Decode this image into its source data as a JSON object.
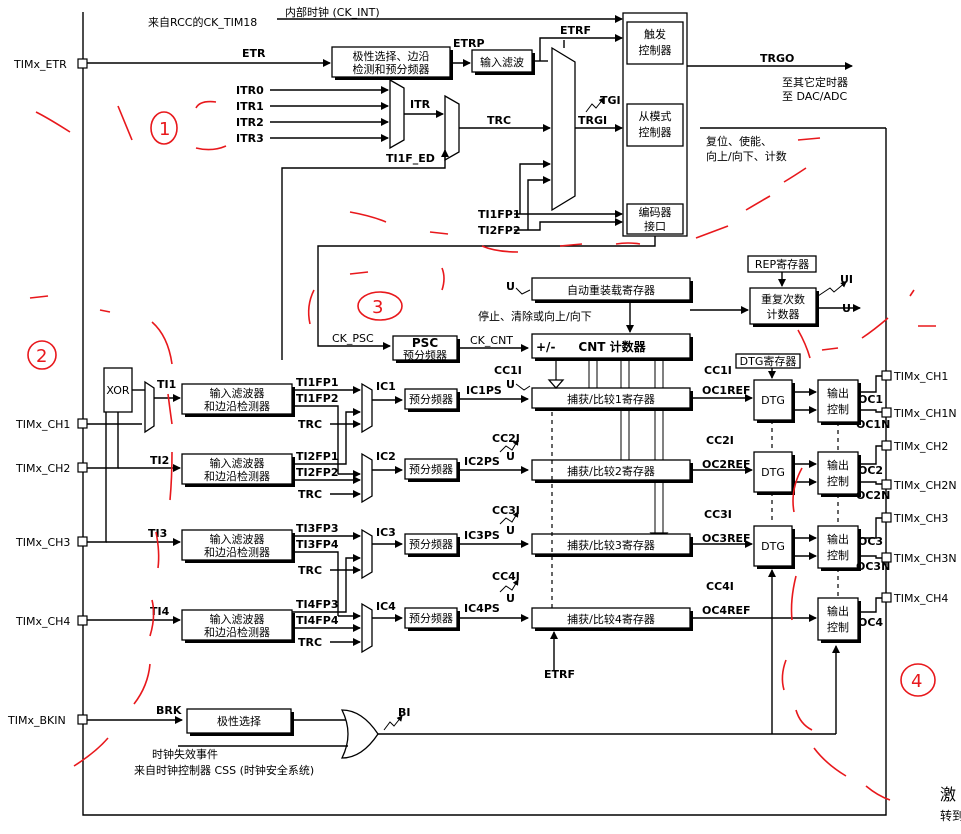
{
  "signals": {
    "from_rcc": "来自RCC的CK_TIM18",
    "ck_int": "内部时钟 (CK_INT)",
    "etr": "ETR",
    "etrp": "ETRP",
    "etrf": "ETRF",
    "itr0": "ITR0",
    "itr1": "ITR1",
    "itr2": "ITR2",
    "itr3": "ITR3",
    "itr": "ITR",
    "trc": "TRC",
    "trgi": "TRGI",
    "tgi": "TGI",
    "ti1f_ed": "TI1F_ED",
    "ti1fp1": "TI1FP1",
    "ti2fp2": "TI2FP2",
    "trgo": "TRGO",
    "ck_psc": "CK_PSC",
    "ck_cnt": "CK_CNT",
    "u": "U",
    "ui": "UI",
    "ti1": "TI1",
    "ti2": "TI2",
    "ti3": "TI3",
    "ti4": "TI4",
    "ch_ti1fp1": "TI1FP1",
    "ch_ti1fp2": "TI1FP2",
    "ch_ti2fp1": "TI2FP1",
    "ch_ti2fp2": "TI2FP2",
    "ch_ti3fp3": "TI3FP3",
    "ch_ti3fp4": "TI3FP4",
    "ch_ti4fp3": "TI4FP3",
    "ch_ti4fp4": "TI4FP4",
    "ic1": "IC1",
    "ic2": "IC2",
    "ic3": "IC3",
    "ic4": "IC4",
    "ic1ps": "IC1PS",
    "ic2ps": "IC2PS",
    "ic3ps": "IC3PS",
    "ic4ps": "IC4PS",
    "cc1i": "CC1I",
    "cc2i": "CC2I",
    "cc3i": "CC3I",
    "cc4i": "CC4I",
    "oc1ref": "OC1REF",
    "oc2ref": "OC2REF",
    "oc3ref": "OC3REF",
    "oc4ref": "OC4REF",
    "oc1": "OC1",
    "oc1n": "OC1N",
    "oc2": "OC2",
    "oc2n": "OC2N",
    "oc3": "OC3",
    "oc3n": "OC3N",
    "oc4": "OC4",
    "brk": "BRK",
    "bi": "BI",
    "xor": "XOR",
    "etrf_bottom": "ETRF",
    "plus_minus": "+/-"
  },
  "boxes": {
    "polarity_1": "极性选择、边沿",
    "polarity_2": "检测和预分频器",
    "input_filter": "输入滤波",
    "trigger_1": "触发",
    "trigger_2": "控制器",
    "slave_1": "从模式",
    "slave_2": "控制器",
    "encoder_1": "编码器",
    "encoder_2": "接口",
    "auto_reload": "自动重装载寄存器",
    "rep_reg": "REP寄存器",
    "rep_counter_1": "重复次数",
    "rep_counter_2": "计数器",
    "psc_1": "PSC",
    "psc_2": "预分频器",
    "cnt": "CNT 计数器",
    "dtg_reg": "DTG寄存器",
    "filter_1": "输入滤波器",
    "filter_2": "和边沿检测器",
    "prescaler": "预分频器",
    "cc1": "捕获/比较1寄存器",
    "cc2": "捕获/比较2寄存器",
    "cc3": "捕获/比较3寄存器",
    "cc4": "捕获/比较4寄存器",
    "dtg": "DTG",
    "output_1": "输出",
    "output_2": "控制",
    "polarity_select": "极性选择"
  },
  "pins": {
    "etr": "TIMx_ETR",
    "ch1": "TIMx_CH1",
    "ch2": "TIMx_CH2",
    "ch3": "TIMx_CH3",
    "ch4": "TIMx_CH4",
    "bkin": "TIMx_BKIN",
    "out_ch1": "TIMx_CH1",
    "out_ch1n": "TIMx_CH1N",
    "out_ch2": "TIMx_CH2",
    "out_ch2n": "TIMx_CH2N",
    "out_ch3": "TIMx_CH3",
    "out_ch3n": "TIMx_CH3N",
    "out_ch4": "TIMx_CH4"
  },
  "notes": {
    "to_other_1": "至其它定时器",
    "to_other_2": "至 DAC/ADC",
    "reset_1": "复位、使能、",
    "reset_2": "向上/向下、计数",
    "stop_clear": "停止、清除或向上/向下",
    "clock_fail_1": "时钟失效事件",
    "clock_fail_2": "来自时钟控制器 CSS (时钟安全系统)",
    "watermark_1": "激",
    "watermark_2": "转到"
  },
  "annotations": {
    "mark_1": "1",
    "mark_2": "2",
    "mark_3": "3",
    "mark_4": "4"
  },
  "colors": {
    "annotation_red": "#e8181c",
    "line": "#000000"
  }
}
